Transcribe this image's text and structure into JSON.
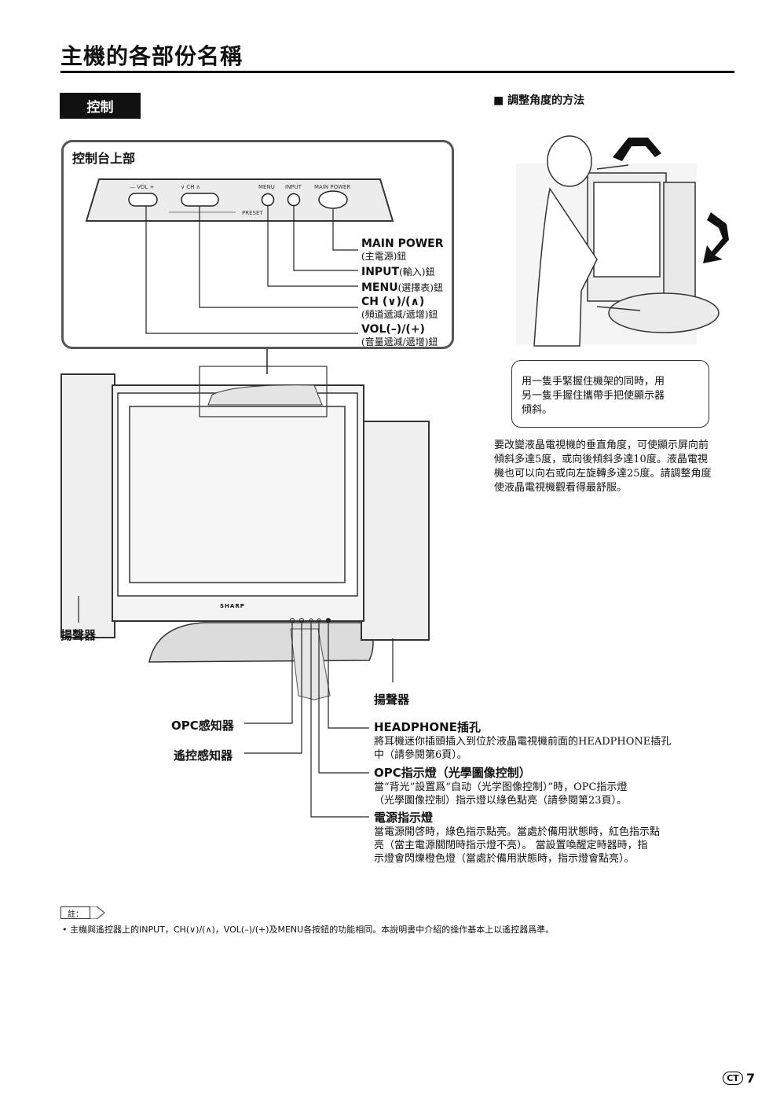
{
  "page": {
    "title": "主機的各部份名稱",
    "section_tab": "控制",
    "page_number": "7",
    "lang_badge": "CT"
  },
  "control_panel": {
    "title": "控制台上部",
    "panel_labels": {
      "vol": "—  VOL  +",
      "ch": "∨  CH  ∧",
      "menu": "MENU",
      "input": "INPUT",
      "main_power": "MAIN POWER",
      "preset": "PRESET"
    },
    "callouts": [
      {
        "en": "MAIN POWER",
        "cn": "(主電源)鈕"
      },
      {
        "en": "INPUT",
        "cn": "(輸入)鈕"
      },
      {
        "en": "MENU",
        "cn": "(選擇表)鈕"
      },
      {
        "en": "CH (∨)/(∧)",
        "cn": "(頻道遞減/遞增)鈕"
      },
      {
        "en": "VOL(–)/(+)",
        "cn": "(音量遞減/遞增)鈕"
      }
    ]
  },
  "tv": {
    "brand": "SHARP",
    "speaker_left": "揚聲器",
    "speaker_right": "揚聲器",
    "opc_sensor": "OPC感知器",
    "remote_sensor": "遙控感知器"
  },
  "parts": [
    {
      "title": "HEADPHONE插孔",
      "desc": [
        "將耳機迷你插頭插入到位於液晶電視機前面的HEADPHONE插孔",
        "中（請參閱第6頁）。"
      ]
    },
    {
      "title": "OPC指示燈（光學圖像控制）",
      "desc": [
        "當“背光”設置爲“自动（光学图像控制）”時，OPC指示燈",
        "（光學圖像控制）指示燈以綠色點亮（請參閱第23頁）。"
      ]
    },
    {
      "title": "電源指示燈",
      "desc": [
        "當電源開啓時，綠色指示點亮。當處於備用狀態時，紅色指示點",
        "亮（當主電源關閉時指示燈不亮）。 當設置喚醒定時器時，指",
        "示燈會閃爍橙色燈（當處於備用狀態時，指示燈會點亮）。"
      ]
    }
  ],
  "angle": {
    "heading": "■  調整角度的方法",
    "bubble": [
      "用一隻手緊握住機架的同時，用",
      "另一隻手握住攜帶手把使顯示器",
      "傾斜。"
    ],
    "desc": [
      "要改變液晶電視機的垂直角度，可使顯示屏向前",
      "傾斜多達5度，或向後傾斜多達10度。液晶電視",
      "機也可以向右或向左旋轉多達25度。請調整角度",
      "使液晶電視機觀看得最舒服。"
    ]
  },
  "note": {
    "label": "註：",
    "text": "•  主機與遙控器上的INPUT，CH(∨)/(∧)，VOL(–)/(+)及MENU各按鈕的功能相同。本說明書中介紹的操作基本上以遙控器爲準。"
  }
}
